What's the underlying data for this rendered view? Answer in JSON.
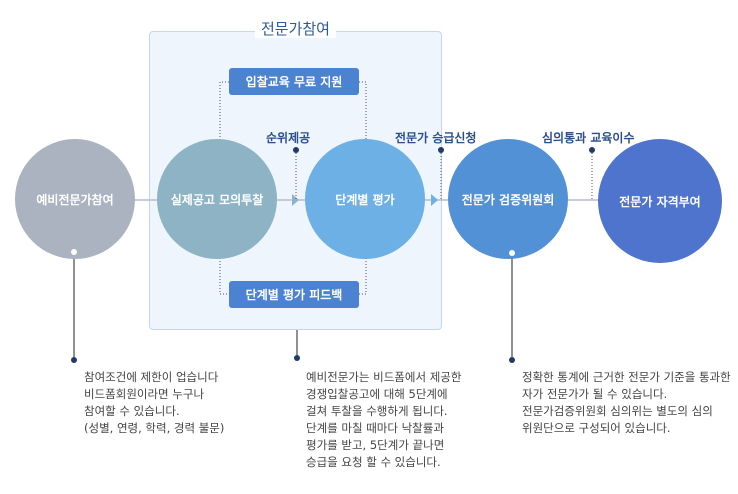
{
  "group_title": "전문가참여",
  "stages": [
    {
      "label": "예비전문가참여"
    },
    {
      "label": "실제공고 모의투찰"
    },
    {
      "label": "단계별 평가"
    },
    {
      "label": "전문가 검증위원회"
    },
    {
      "label": "전문가 자격부여"
    }
  ],
  "boxes": {
    "top": "입찰교육 무료 지원",
    "bottom": "단계별 평가 피드백"
  },
  "connector_labels": {
    "rank": "순위제공",
    "promotion": "전문가 승급신청",
    "review": "심의통과 교육이수"
  },
  "descriptions": {
    "left": [
      "참여조건에 제한이 업습니다",
      "비드폼회원이라면 누구나",
      "참여할 수 있습니다.",
      "(성별, 연령, 학력, 경력 불문)"
    ],
    "middle": [
      "예비전문가는 비드폼에서 제공한",
      "경쟁입찰공고에 대해 5단계에",
      "걸쳐 투찰을 수행하게 됩니다.",
      "단계를 마칠 때마다 낙찰률과",
      "평가를 받고, 5단계가 끝나면",
      "승급을 요청 할 수 있습니다."
    ],
    "right": [
      "정확한 통계에 근거한 전문가 기준을 통과한",
      "자가 전문가가 될 수 있습니다.",
      "전문가검증위원회 심의위는 별도의 심의",
      "위원단으로 구성되어 있습니다."
    ]
  }
}
